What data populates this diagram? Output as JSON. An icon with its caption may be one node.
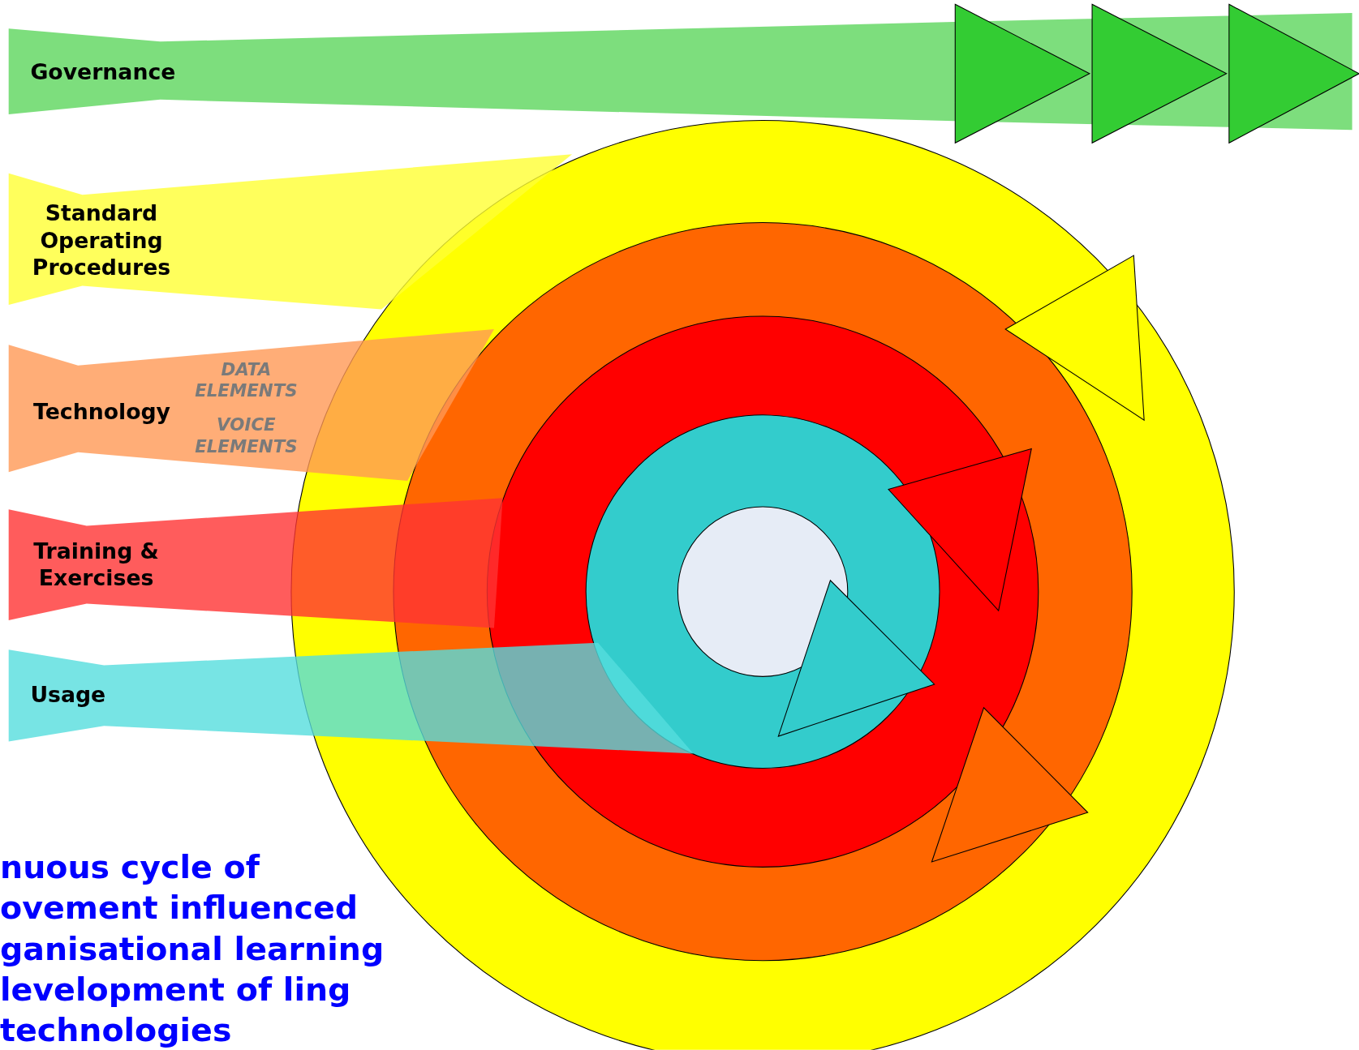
{
  "diagram": {
    "nodes": [
      {
        "text": [
          "Governance"
        ]
      },
      {
        "text": [
          "Standard Operating Procedures"
        ]
      },
      {
        "text": [
          "Technology",
          "DATA ELEMENTS",
          "VOICE ELEMENTS"
        ]
      },
      {
        "text": [
          "Training & Exercises"
        ]
      },
      {
        "text": [
          "Usage"
        ]
      }
    ],
    "labels": [
      "nuous cycle of ovement influenced ganisational learning levelopment of ling technologies"
    ]
  }
}
